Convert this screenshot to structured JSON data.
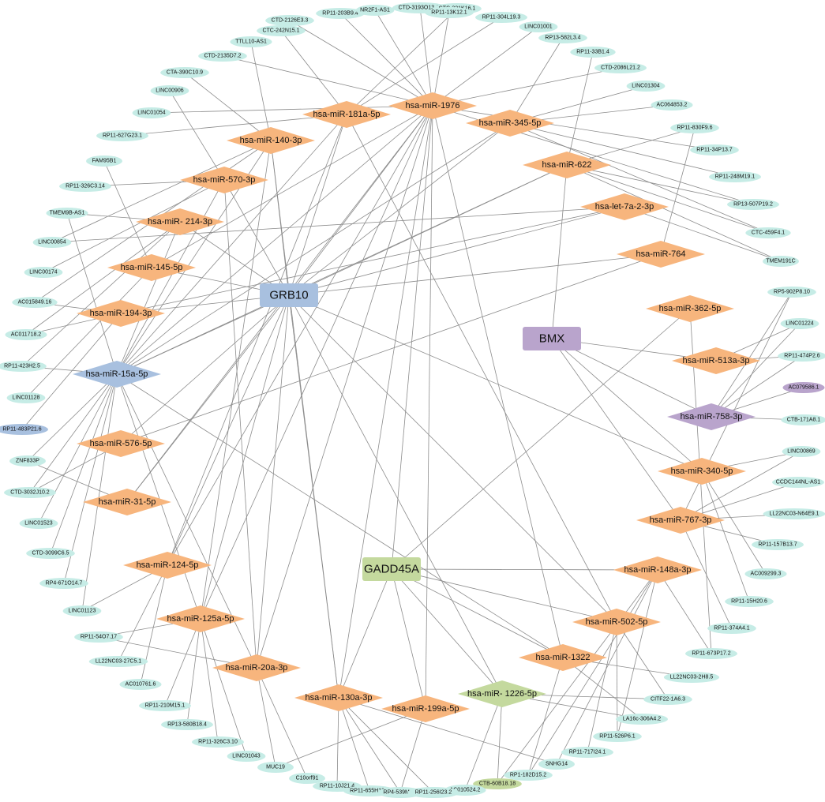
{
  "colors": {
    "gene": "#a8c0df",
    "mirna": "#f7b57d",
    "lncrna": "#c6ece6",
    "bmx": "#b9a4cc",
    "gadd45a": "#c4d99e",
    "edge": "#8c8c8c"
  },
  "nodes": [
    {
      "id": "GRB10",
      "label": "GRB10",
      "kind": "gene",
      "color": "gene"
    },
    {
      "id": "BMX",
      "label": "BMX",
      "kind": "gene",
      "color": "bmx"
    },
    {
      "id": "GADD45A",
      "label": "GADD45A",
      "kind": "gene",
      "color": "gadd45a"
    },
    {
      "id": "m1976",
      "label": "hsa-miR-1976",
      "kind": "mirna",
      "color": "mirna"
    },
    {
      "id": "m181a",
      "label": "hsa-miR-181a-5p",
      "kind": "mirna",
      "color": "mirna"
    },
    {
      "id": "m345",
      "label": "hsa-miR-345-5p",
      "kind": "mirna",
      "color": "mirna"
    },
    {
      "id": "m140",
      "label": "hsa-miR-140-3p",
      "kind": "mirna",
      "color": "mirna"
    },
    {
      "id": "m622",
      "label": "hsa-miR-622",
      "kind": "mirna",
      "color": "mirna"
    },
    {
      "id": "m570",
      "label": "hsa-miR-570-3p",
      "kind": "mirna",
      "color": "mirna"
    },
    {
      "id": "mlet7a",
      "label": "hsa-let-7a-2-3p",
      "kind": "mirna",
      "color": "mirna"
    },
    {
      "id": "m214",
      "label": "hsa-miR- 214-3p",
      "kind": "mirna",
      "color": "mirna"
    },
    {
      "id": "m764",
      "label": "hsa-miR-764",
      "kind": "mirna",
      "color": "mirna"
    },
    {
      "id": "m145",
      "label": "hsa-miR-145-5p",
      "kind": "mirna",
      "color": "mirna"
    },
    {
      "id": "m362",
      "label": "hsa-miR-362-5p",
      "kind": "mirna",
      "color": "mirna"
    },
    {
      "id": "m194",
      "label": "hsa-miR-194-3p",
      "kind": "mirna",
      "color": "mirna"
    },
    {
      "id": "m15a",
      "label": "hsa-miR-15a-5p",
      "kind": "mirna",
      "color": "gene"
    },
    {
      "id": "m513",
      "label": "hsa-miR-513a-3p",
      "kind": "mirna",
      "color": "mirna"
    },
    {
      "id": "m758",
      "label": "hsa-miR-758-3p",
      "kind": "mirna",
      "color": "bmx"
    },
    {
      "id": "m576",
      "label": "hsa-miR-576-5p",
      "kind": "mirna",
      "color": "mirna"
    },
    {
      "id": "m340",
      "label": "hsa-miR-340-5p",
      "kind": "mirna",
      "color": "mirna"
    },
    {
      "id": "m31",
      "label": "hsa-miR-31-5p",
      "kind": "mirna",
      "color": "mirna"
    },
    {
      "id": "m767",
      "label": "hsa-miR-767-3p",
      "kind": "mirna",
      "color": "mirna"
    },
    {
      "id": "m124",
      "label": "hsa-miR-124-5p",
      "kind": "mirna",
      "color": "mirna"
    },
    {
      "id": "m148",
      "label": "hsa-miR-148a-3p",
      "kind": "mirna",
      "color": "mirna"
    },
    {
      "id": "m125",
      "label": "hsa-miR-125a-5p",
      "kind": "mirna",
      "color": "mirna"
    },
    {
      "id": "m502",
      "label": "hsa-miR-502-5p",
      "kind": "mirna",
      "color": "mirna"
    },
    {
      "id": "m1322",
      "label": "hsa-miR-1322",
      "kind": "mirna",
      "color": "mirna"
    },
    {
      "id": "m20a",
      "label": "hsa-miR-20a-3p",
      "kind": "mirna",
      "color": "mirna"
    },
    {
      "id": "m1226",
      "label": "hsa-miR- 1226-5p",
      "kind": "mirna",
      "color": "gadd45a"
    },
    {
      "id": "m130",
      "label": "hsa-miR-130a-3p",
      "kind": "mirna",
      "color": "mirna"
    },
    {
      "id": "m199",
      "label": "hsa-miR-199a-5p",
      "kind": "mirna",
      "color": "mirna"
    },
    {
      "id": "l1",
      "label": "RP11-203B9.4",
      "kind": "lnc",
      "color": "lncrna"
    },
    {
      "id": "l2",
      "label": "NR2F1-AS1",
      "kind": "lnc",
      "color": "lncrna"
    },
    {
      "id": "l3",
      "label": "CTD-3193O13.11",
      "kind": "lnc",
      "color": "lncrna"
    },
    {
      "id": "l4",
      "label": "CTC-321K16.1",
      "kind": "lnc",
      "color": "lncrna"
    },
    {
      "id": "l5",
      "label": "RP11-13K12.1",
      "kind": "lnc",
      "color": "lncrna"
    },
    {
      "id": "l6",
      "label": "CTD-2126E3.3",
      "kind": "lnc",
      "color": "lncrna"
    },
    {
      "id": "l7",
      "label": "RP11-304L19.3",
      "kind": "lnc",
      "color": "lncrna"
    },
    {
      "id": "l8",
      "label": "CTC-242N15.1",
      "kind": "lnc",
      "color": "lncrna"
    },
    {
      "id": "l9",
      "label": "LINC01001",
      "kind": "lnc",
      "color": "lncrna"
    },
    {
      "id": "l10",
      "label": "TTLL10-AS1",
      "kind": "lnc",
      "color": "lncrna"
    },
    {
      "id": "l11",
      "label": "RP13-582L3.4",
      "kind": "lnc",
      "color": "lncrna"
    },
    {
      "id": "l12",
      "label": "CTD-2135D7.2",
      "kind": "lnc",
      "color": "lncrna"
    },
    {
      "id": "l13",
      "label": "RP11-33B1.4",
      "kind": "lnc",
      "color": "lncrna"
    },
    {
      "id": "l14",
      "label": "CTA-390C10.9",
      "kind": "lnc",
      "color": "lncrna"
    },
    {
      "id": "l15",
      "label": "CTD-2086L21.2",
      "kind": "lnc",
      "color": "lncrna"
    },
    {
      "id": "l16",
      "label": "LINC00906",
      "kind": "lnc",
      "color": "lncrna"
    },
    {
      "id": "l17",
      "label": "LINC01304",
      "kind": "lnc",
      "color": "lncrna"
    },
    {
      "id": "l18",
      "label": "LINC01054",
      "kind": "lnc",
      "color": "lncrna"
    },
    {
      "id": "l19",
      "label": "AC064853.2",
      "kind": "lnc",
      "color": "lncrna"
    },
    {
      "id": "l20",
      "label": "RP11-830F9.6",
      "kind": "lnc",
      "color": "lncrna"
    },
    {
      "id": "l21",
      "label": "RP11-627G23.1",
      "kind": "lnc",
      "color": "lncrna"
    },
    {
      "id": "l22",
      "label": "RP11-34P13.7",
      "kind": "lnc",
      "color": "lncrna"
    },
    {
      "id": "l23",
      "label": "FAM95B1",
      "kind": "lnc",
      "color": "lncrna"
    },
    {
      "id": "l24",
      "label": "RP11-248M19.1",
      "kind": "lnc",
      "color": "lncrna"
    },
    {
      "id": "l25",
      "label": "RP11-326C3.14",
      "kind": "lnc",
      "color": "lncrna"
    },
    {
      "id": "l26",
      "label": "RP13-507P19.2",
      "kind": "lnc",
      "color": "lncrna"
    },
    {
      "id": "l27",
      "label": "TMEM9B-AS1",
      "kind": "lnc",
      "color": "lncrna"
    },
    {
      "id": "l28",
      "label": "CTC-459F4.1",
      "kind": "lnc",
      "color": "lncrna"
    },
    {
      "id": "l29",
      "label": "LINC00854",
      "kind": "lnc",
      "color": "lncrna"
    },
    {
      "id": "l30",
      "label": "TMEM191C",
      "kind": "lnc",
      "color": "lncrna"
    },
    {
      "id": "l31",
      "label": "LINC00174",
      "kind": "lnc",
      "color": "lncrna"
    },
    {
      "id": "l32",
      "label": "RP5-902P8.10",
      "kind": "lnc",
      "color": "lncrna"
    },
    {
      "id": "l33",
      "label": "AC015849.16",
      "kind": "lnc",
      "color": "lncrna"
    },
    {
      "id": "l34",
      "label": "LINC01224",
      "kind": "lnc",
      "color": "lncrna"
    },
    {
      "id": "l35",
      "label": "AC011718.2",
      "kind": "lnc",
      "color": "lncrna"
    },
    {
      "id": "l36",
      "label": "RP11-474P2.6",
      "kind": "lnc",
      "color": "lncrna"
    },
    {
      "id": "l37",
      "label": "RP11-423H2.5",
      "kind": "lnc",
      "color": "lncrna"
    },
    {
      "id": "l38",
      "label": "AC079586.1",
      "kind": "lnc",
      "color": "bmx"
    },
    {
      "id": "l39",
      "label": "LINC01128",
      "kind": "lnc",
      "color": "lncrna"
    },
    {
      "id": "l40",
      "label": "CTB-171A8.1",
      "kind": "lnc",
      "color": "lncrna"
    },
    {
      "id": "l41",
      "label": "RP11-483P21.6",
      "kind": "lnc",
      "color": "gene"
    },
    {
      "id": "l42",
      "label": "LINC00869",
      "kind": "lnc",
      "color": "lncrna"
    },
    {
      "id": "l43",
      "label": "ZNF833P",
      "kind": "lnc",
      "color": "lncrna"
    },
    {
      "id": "l44",
      "label": "CCDC144NL-AS1",
      "kind": "lnc",
      "color": "lncrna"
    },
    {
      "id": "l45",
      "label": "CTD-3032J10.2",
      "kind": "lnc",
      "color": "lncrna"
    },
    {
      "id": "l46",
      "label": "LL22NC03-N64E9.1",
      "kind": "lnc",
      "color": "lncrna"
    },
    {
      "id": "l47",
      "label": "LINC01523",
      "kind": "lnc",
      "color": "lncrna"
    },
    {
      "id": "l48",
      "label": "RP11-157B13.7",
      "kind": "lnc",
      "color": "lncrna"
    },
    {
      "id": "l49",
      "label": "CTD-3099C6.5",
      "kind": "lnc",
      "color": "lncrna"
    },
    {
      "id": "l50",
      "label": "AC009299.3",
      "kind": "lnc",
      "color": "lncrna"
    },
    {
      "id": "l51",
      "label": "RP4-671O14.7",
      "kind": "lnc",
      "color": "lncrna"
    },
    {
      "id": "l52",
      "label": "RP11-15H20.6",
      "kind": "lnc",
      "color": "lncrna"
    },
    {
      "id": "l53",
      "label": "LINC01123",
      "kind": "lnc",
      "color": "lncrna"
    },
    {
      "id": "l54",
      "label": "RP11-374A4.1",
      "kind": "lnc",
      "color": "lncrna"
    },
    {
      "id": "l55",
      "label": "RP11-54O7.17",
      "kind": "lnc",
      "color": "lncrna"
    },
    {
      "id": "l56",
      "label": "RP11-673P17.2",
      "kind": "lnc",
      "color": "lncrna"
    },
    {
      "id": "l57",
      "label": "LL22NC03-27C5.1",
      "kind": "lnc",
      "color": "lncrna"
    },
    {
      "id": "l58",
      "label": "LL22NC03-2H8.5",
      "kind": "lnc",
      "color": "lncrna"
    },
    {
      "id": "l59",
      "label": "AC010761.6",
      "kind": "lnc",
      "color": "lncrna"
    },
    {
      "id": "l60",
      "label": "CITF22-1A6.3",
      "kind": "lnc",
      "color": "lncrna"
    },
    {
      "id": "l61",
      "label": "RP11-210M15.1",
      "kind": "lnc",
      "color": "lncrna"
    },
    {
      "id": "l62",
      "label": "LA16c-306A4.2",
      "kind": "lnc",
      "color": "lncrna"
    },
    {
      "id": "l63",
      "label": "RP13-580B18.4",
      "kind": "lnc",
      "color": "lncrna"
    },
    {
      "id": "l64",
      "label": "RP11-526P6.1",
      "kind": "lnc",
      "color": "lncrna"
    },
    {
      "id": "l65",
      "label": "RP11-326C3.10",
      "kind": "lnc",
      "color": "lncrna"
    },
    {
      "id": "l66",
      "label": "RP11-717I24.1",
      "kind": "lnc",
      "color": "lncrna"
    },
    {
      "id": "l67",
      "label": "LINC01043",
      "kind": "lnc",
      "color": "lncrna"
    },
    {
      "id": "l68",
      "label": "SNHG14",
      "kind": "lnc",
      "color": "lncrna"
    },
    {
      "id": "l69",
      "label": "MUC19",
      "kind": "lnc",
      "color": "lncrna"
    },
    {
      "id": "l70",
      "label": "RP1-182D15.2",
      "kind": "lnc",
      "color": "lncrna"
    },
    {
      "id": "l71",
      "label": "C10orf91",
      "kind": "lnc",
      "color": "lncrna"
    },
    {
      "id": "l72",
      "label": "CTB-60B18.18",
      "kind": "lnc",
      "color": "gadd45a"
    },
    {
      "id": "l73",
      "label": "RP11-10J21.4",
      "kind": "lnc",
      "color": "lncrna"
    },
    {
      "id": "l74",
      "label": "AC010524.2",
      "kind": "lnc",
      "color": "lncrna"
    },
    {
      "id": "l75",
      "label": "RP11-655H13.2",
      "kind": "lnc",
      "color": "lncrna"
    },
    {
      "id": "l76",
      "label": "RP4-539M6.2",
      "kind": "lnc",
      "color": "lncrna"
    },
    {
      "id": "l77",
      "label": "RP11-256I23.2",
      "kind": "lnc",
      "color": "lncrna"
    }
  ],
  "edges": [
    [
      "GRB10",
      "m1976"
    ],
    [
      "GRB10",
      "m181a"
    ],
    [
      "GRB10",
      "m345"
    ],
    [
      "GRB10",
      "m140"
    ],
    [
      "GRB10",
      "m570"
    ],
    [
      "GRB10",
      "m214"
    ],
    [
      "GRB10",
      "m145"
    ],
    [
      "GRB10",
      "m194"
    ],
    [
      "GRB10",
      "m15a"
    ],
    [
      "GRB10",
      "m622"
    ],
    [
      "GRB10",
      "mlet7a"
    ],
    [
      "GRB10",
      "m764"
    ],
    [
      "GRB10",
      "m576"
    ],
    [
      "GRB10",
      "m31"
    ],
    [
      "GRB10",
      "m124"
    ],
    [
      "GRB10",
      "m125"
    ],
    [
      "GRB10",
      "m20a"
    ],
    [
      "GRB10",
      "m130"
    ],
    [
      "GRB10",
      "m340"
    ],
    [
      "GRB10",
      "m502"
    ],
    [
      "GRB10",
      "m1226"
    ],
    [
      "BMX",
      "m758"
    ],
    [
      "BMX",
      "m513"
    ],
    [
      "BMX",
      "m340"
    ],
    [
      "BMX",
      "m767"
    ],
    [
      "BMX",
      "m622"
    ],
    [
      "GADD45A",
      "m148"
    ],
    [
      "GADD45A",
      "m502"
    ],
    [
      "GADD45A",
      "m1322"
    ],
    [
      "GADD45A",
      "m1226"
    ],
    [
      "GADD45A",
      "m130"
    ],
    [
      "GADD45A",
      "m199"
    ],
    [
      "GADD45A",
      "m362"
    ],
    [
      "GADD45A",
      "m1976"
    ],
    [
      "m15a",
      "m1976"
    ],
    [
      "m15a",
      "m181a"
    ],
    [
      "m15a",
      "m140"
    ],
    [
      "m15a",
      "m570"
    ],
    [
      "m15a",
      "m214"
    ],
    [
      "m15a",
      "m345"
    ],
    [
      "m15a",
      "m622"
    ],
    [
      "m15a",
      "m1322"
    ],
    [
      "m15a",
      "m20a"
    ],
    [
      "m15a",
      "m125"
    ],
    [
      "m124",
      "m1976"
    ],
    [
      "m124",
      "m181a"
    ],
    [
      "m125",
      "m1976"
    ],
    [
      "m125",
      "m140"
    ],
    [
      "m20a",
      "m1976"
    ],
    [
      "m20a",
      "m570"
    ],
    [
      "m130",
      "m140"
    ],
    [
      "m130",
      "m1976"
    ],
    [
      "m199",
      "m1976"
    ],
    [
      "m1322",
      "m1976"
    ],
    [
      "m502",
      "m181a"
    ],
    [
      "m31",
      "m1976"
    ],
    [
      "m576",
      "m764"
    ],
    [
      "m145",
      "m1976"
    ],
    [
      "m194",
      "mlet7a"
    ],
    [
      "m1976",
      "l1"
    ],
    [
      "m1976",
      "l2"
    ],
    [
      "m1976",
      "l3"
    ],
    [
      "m1976",
      "l5"
    ],
    [
      "m1976",
      "l6"
    ],
    [
      "m1976",
      "l9"
    ],
    [
      "m1976",
      "l12"
    ],
    [
      "m1976",
      "l15"
    ],
    [
      "m1976",
      "l22"
    ],
    [
      "m1976",
      "l26"
    ],
    [
      "m1976",
      "l18"
    ],
    [
      "m181a",
      "l4"
    ],
    [
      "m181a",
      "l8"
    ],
    [
      "m181a",
      "l21"
    ],
    [
      "m181a",
      "l7"
    ],
    [
      "m345",
      "l11"
    ],
    [
      "m345",
      "l17"
    ],
    [
      "m345",
      "l19"
    ],
    [
      "m345",
      "l24"
    ],
    [
      "m345",
      "l28"
    ],
    [
      "m140",
      "l10"
    ],
    [
      "m140",
      "l14"
    ],
    [
      "m140",
      "l29"
    ],
    [
      "m140",
      "l33"
    ],
    [
      "m622",
      "l13"
    ],
    [
      "m622",
      "l20"
    ],
    [
      "m622",
      "l28"
    ],
    [
      "m622",
      "l30"
    ],
    [
      "m622",
      "l26"
    ],
    [
      "m570",
      "l16"
    ],
    [
      "m570",
      "l25"
    ],
    [
      "m570",
      "l31"
    ],
    [
      "m214",
      "l27"
    ],
    [
      "m214",
      "l35"
    ],
    [
      "m214",
      "l37"
    ],
    [
      "m764",
      "l20"
    ],
    [
      "m145",
      "l23"
    ],
    [
      "m145",
      "l39"
    ],
    [
      "m194",
      "l33"
    ],
    [
      "m194",
      "l35"
    ],
    [
      "m194",
      "l41"
    ],
    [
      "m15a",
      "l43"
    ],
    [
      "m15a",
      "l45"
    ],
    [
      "m15a",
      "l47"
    ],
    [
      "m15a",
      "l49"
    ],
    [
      "m15a",
      "l51"
    ],
    [
      "m15a",
      "l53"
    ],
    [
      "m15a",
      "l27"
    ],
    [
      "m15a",
      "l37"
    ],
    [
      "m576",
      "l45"
    ],
    [
      "m31",
      "l43"
    ],
    [
      "m124",
      "l57"
    ],
    [
      "m124",
      "l59"
    ],
    [
      "m124",
      "l53"
    ],
    [
      "m125",
      "l55"
    ],
    [
      "m125",
      "l61"
    ],
    [
      "m125",
      "l63"
    ],
    [
      "m125",
      "l65"
    ],
    [
      "m125",
      "l67"
    ],
    [
      "m20a",
      "l69"
    ],
    [
      "m20a",
      "l71"
    ],
    [
      "m20a",
      "l55"
    ],
    [
      "m130",
      "l73"
    ],
    [
      "m130",
      "l75"
    ],
    [
      "m130",
      "l76"
    ],
    [
      "m130",
      "l77"
    ],
    [
      "m130",
      "l68"
    ],
    [
      "m199",
      "l76"
    ],
    [
      "m199",
      "l69"
    ],
    [
      "m1226",
      "l60"
    ],
    [
      "m1226",
      "l72"
    ],
    [
      "m1226",
      "l74"
    ],
    [
      "m1226",
      "l62"
    ],
    [
      "m1322",
      "l58"
    ],
    [
      "m1322",
      "l62"
    ],
    [
      "m1322",
      "l70"
    ],
    [
      "m502",
      "l60"
    ],
    [
      "m502",
      "l64"
    ],
    [
      "m502",
      "l66"
    ],
    [
      "m148",
      "l56"
    ],
    [
      "m148",
      "l68"
    ],
    [
      "m148",
      "l70"
    ],
    [
      "m148",
      "l72"
    ],
    [
      "m148",
      "l64"
    ],
    [
      "m767",
      "l44"
    ],
    [
      "m767",
      "l46"
    ],
    [
      "m767",
      "l48"
    ],
    [
      "m767",
      "l54"
    ],
    [
      "m767",
      "l42"
    ],
    [
      "m767",
      "l32"
    ],
    [
      "m340",
      "l42"
    ],
    [
      "m340",
      "l50"
    ],
    [
      "m340",
      "l52"
    ],
    [
      "m758",
      "l38"
    ],
    [
      "m758",
      "l40"
    ],
    [
      "m758",
      "l34"
    ],
    [
      "m758",
      "l36"
    ],
    [
      "m758",
      "l32"
    ],
    [
      "m513",
      "l34"
    ],
    [
      "m513",
      "l36"
    ],
    [
      "m362",
      "l56"
    ],
    [
      "mlet7a",
      "l30"
    ],
    [
      "mlet7a",
      "l29"
    ]
  ]
}
